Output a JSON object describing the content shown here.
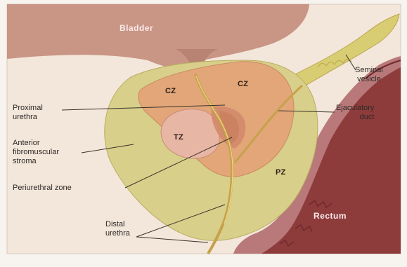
{
  "labels": {
    "bladder": "Bladder",
    "cz_left": "CZ",
    "cz_right": "CZ",
    "tz": "TZ",
    "pz": "PZ",
    "rectum": "Rectum",
    "seminal_vesicle": "Seminal\nvesicle",
    "ejaculatory_duct": "Ejaculatory\nduct",
    "proximal_urethra": "Proximal\nurethra",
    "anterior_fibromuscular_stroma": "Anterior\nfibromuscular\nstroma",
    "periurethral_zone": "Periurethral zone",
    "distal_urethra": "Distal\nurethra"
  },
  "colors": {
    "bladder": "#c99584",
    "rectum": "#8e3b3c",
    "peripheral_zone": "#d8cf8a",
    "central_zone": "#e2a679",
    "transition_zone": "#e8b6a4",
    "urethra": "#c6a24a",
    "seminal_vesicle": "#d9cd73"
  }
}
